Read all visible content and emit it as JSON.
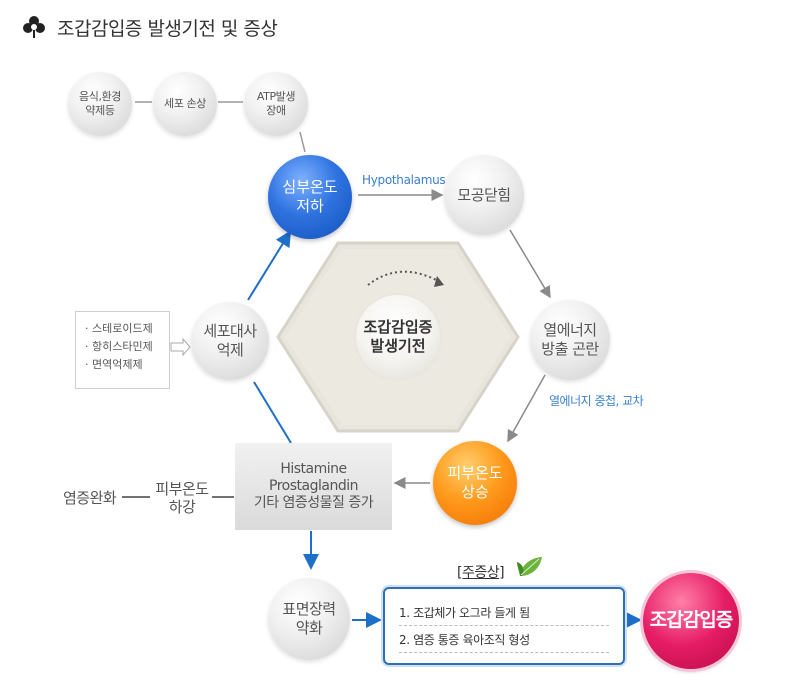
{
  "title": "조갑감입증 발생기전 및 증상",
  "top_row": [
    "음식,환경\n약제등",
    "세포 손상",
    "ATP발생\n장애"
  ],
  "nodes": {
    "core_temp_drop": "심부온도\n저하",
    "pore_close": "모공닫힘",
    "heat_loss_difficulty": "열에너지\n방출 곤란",
    "skin_temp_rise": "피부온도\n상승",
    "metabolism_suppression": "세포대사\n억제",
    "surface_tension": "표면장력\n약화",
    "center": "조갑감입증\n발생기전",
    "result": "조갑감입증"
  },
  "labels": {
    "hypothalamus": "Hypothalamus",
    "heat_accumulation": "열에너지 중첩, 교차",
    "inflammation_relief": "염증완화",
    "skin_temp_drop": "피부온도\n하강"
  },
  "drug_list": [
    "· 스테로이드제",
    "· 항히스타민제",
    "· 면역억제제"
  ],
  "histamine_box": [
    "Histamine",
    "Prostaglandin",
    "기타 염증성물질 증가"
  ],
  "symptoms": {
    "header": "[주증상]",
    "items": [
      "1. 조갑체가 오그라 들게 됨",
      "2. 염증 통증 육아조직 형성"
    ]
  },
  "colors": {
    "blue_arrow": "#1e6fc8",
    "gray_arrow": "#8a8a8a",
    "blue_text": "#3a7fd1",
    "pink": "#e61c64",
    "orange": "#ff9a1c"
  }
}
